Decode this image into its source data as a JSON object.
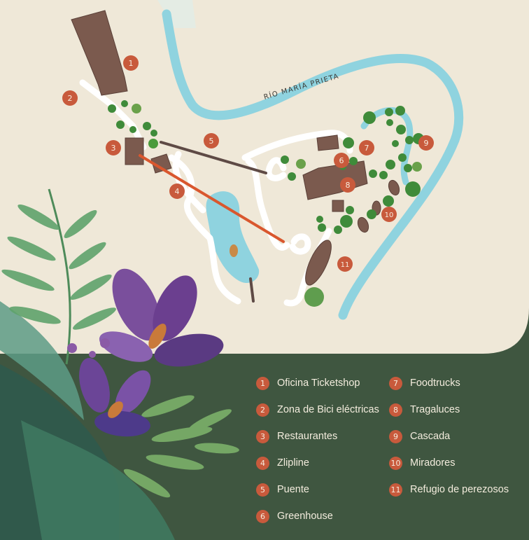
{
  "map": {
    "river_label": "RÍO MARÍA PRIETA",
    "colors": {
      "background_cream": "#efe8d8",
      "background_green": "#3f5640",
      "river": "#8fd3df",
      "path": "#ffffff",
      "building": "#7b5a4e",
      "marker": "#c85a3c",
      "zipline": "#d9572e",
      "bridge": "#5e4a45",
      "tree": "#3f8b3a"
    },
    "markers": [
      {
        "number": "1"
      },
      {
        "number": "2"
      },
      {
        "number": "3"
      },
      {
        "number": "4"
      },
      {
        "number": "5"
      },
      {
        "number": "6"
      },
      {
        "number": "7"
      },
      {
        "number": "8"
      },
      {
        "number": "9"
      },
      {
        "number": "10"
      },
      {
        "number": "11"
      }
    ]
  },
  "legend": {
    "items": [
      {
        "number": "1",
        "label": "Oficina Ticketshop"
      },
      {
        "number": "2",
        "label": "Zona de Bici eléctricas"
      },
      {
        "number": "3",
        "label": "Restaurantes"
      },
      {
        "number": "4",
        "label": "Zlipline"
      },
      {
        "number": "5",
        "label": "Puente"
      },
      {
        "number": "6",
        "label": "Greenhouse"
      },
      {
        "number": "7",
        "label": "Foodtrucks"
      },
      {
        "number": "8",
        "label": "Tragaluces"
      },
      {
        "number": "9",
        "label": "Cascada"
      },
      {
        "number": "10",
        "label": "Miradores"
      },
      {
        "number": "11",
        "label": "Refugio de perezosos"
      }
    ]
  }
}
